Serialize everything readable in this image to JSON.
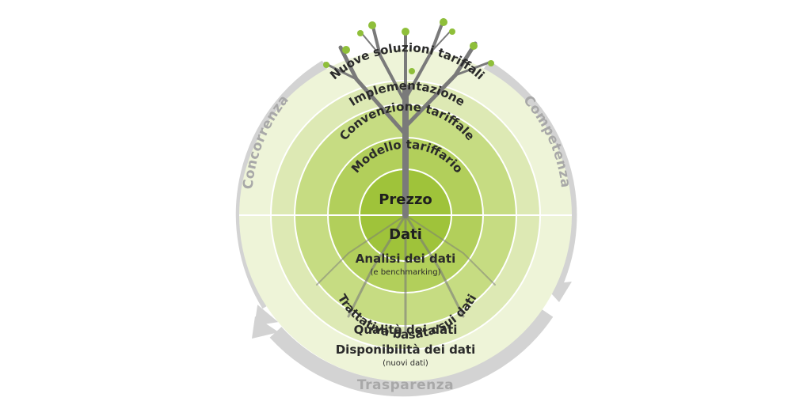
{
  "diagram": {
    "outer_cycle": {
      "left": "Concorrenza",
      "right": "Competenza",
      "bottom": "Trasparenza"
    },
    "upper_rings": [
      {
        "label": "Nuove soluzioni tariffali"
      },
      {
        "label": "Implementazione"
      },
      {
        "label": "Convenzione tariffale"
      },
      {
        "label": "Modello tariffario"
      }
    ],
    "core": {
      "top": "Prezzo",
      "bottom": "Dati"
    },
    "lower_rings": [
      {
        "label": "Analisi dei dati",
        "sub": "(e benchmarking)"
      },
      {
        "label": "Trattativa basata sui dati"
      },
      {
        "label": "Qualità dei dati"
      },
      {
        "label": "Disponibilità dei dati",
        "sub": "(nuovi dati)"
      }
    ],
    "colors": {
      "cycle_arrow": "#d3d3d3",
      "ring_outer": "#eef4d8",
      "ring_2": "#dde9b4",
      "ring_3": "#c6dc82",
      "ring_4": "#b2cf5b",
      "core": "#9fc33a",
      "tree": "#7a7a7a",
      "leaf": "#8fbf3a"
    }
  }
}
